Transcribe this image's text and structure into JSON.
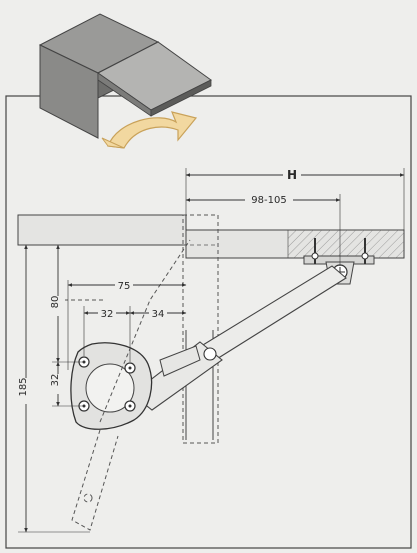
{
  "dimensions": {
    "H": "H",
    "range_98_105": "98-105",
    "d75": "75",
    "d80": "80",
    "d32_horizontal": "32",
    "d34": "34",
    "d185": "185",
    "d32_vertical": "32"
  },
  "colors": {
    "paper": "#eeeeec",
    "line": "#333333",
    "cube_top": "#9a9a98",
    "cube_front": "#8a8a88",
    "cube_side": "#6e6e6c",
    "lid_top": "#b4b4b2",
    "arrow_fill": "#f2d8a0",
    "arrow_stroke": "#c9a25a"
  }
}
